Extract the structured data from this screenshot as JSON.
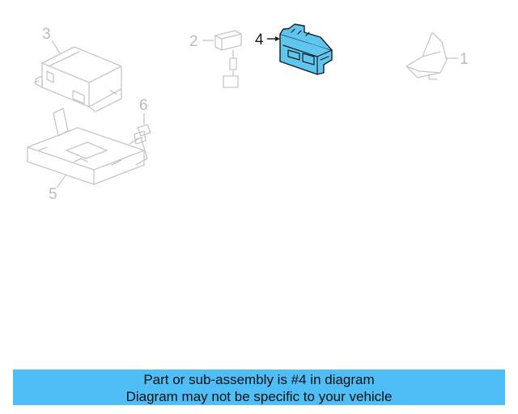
{
  "diagram": {
    "callouts": {
      "c1": "1",
      "c2": "2",
      "c3": "3",
      "c4": "4",
      "c5": "5",
      "c6": "6"
    },
    "highlighted_part": "4",
    "colors": {
      "highlight_fill": "#5fc6f0",
      "ghost_line": "#c4c6c9",
      "banner_bg": "#4fbdf6"
    }
  },
  "banner": {
    "line1": "Part or sub-assembly is #4 in diagram",
    "line2": "Diagram may not be specific to your vehicle"
  }
}
